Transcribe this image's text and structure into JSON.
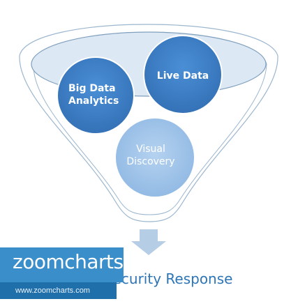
{
  "diagram": {
    "nodes": {
      "live_data": "Live Data",
      "big_data_line1": "Big Data",
      "big_data_line2": "Analytics",
      "visual_line1": "Visual",
      "visual_line2": "Discovery",
      "output": "Quick Security Response"
    }
  },
  "watermark": {
    "logo": "zoomcharts",
    "url": "www.zoomcharts.com"
  },
  "colors": {
    "funnel_fill": "#ffffff",
    "funnel_stroke": "#9bb6cf",
    "rim_fill": "#dce8f3",
    "circle_dark": "#3d7fc9",
    "circle_light": "#a9c9ec",
    "arrow": "#b6cde6",
    "brand": "#3a8ec9"
  }
}
